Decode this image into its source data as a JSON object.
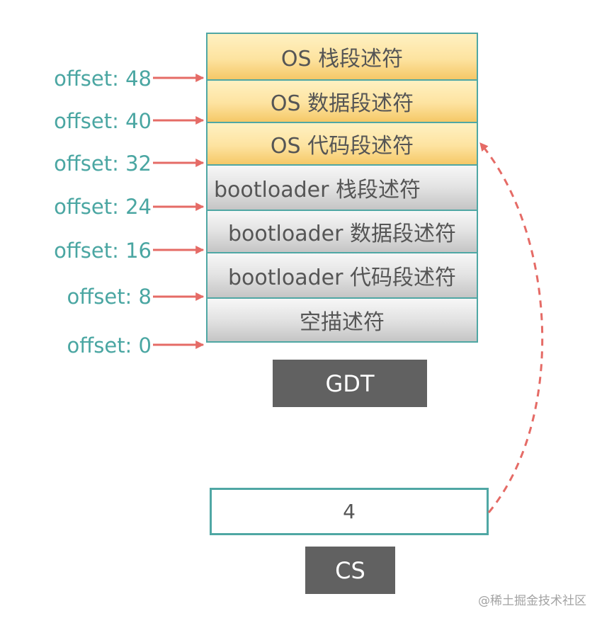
{
  "gdt": {
    "rows": [
      {
        "label": "OS 栈段述符"
      },
      {
        "label": "OS 数据段述符"
      },
      {
        "label": "OS 代码段述符"
      },
      {
        "label": "bootloader 栈段述符"
      },
      {
        "label": "bootloader 数据段述符"
      },
      {
        "label": "bootloader 代码段述符"
      },
      {
        "label": "空描述符"
      }
    ],
    "caption": "GDT"
  },
  "offsets": [
    "offset: 48",
    "offset: 40",
    "offset: 32",
    "offset: 24",
    "offset: 16",
    "offset: 8",
    "offset: 0"
  ],
  "cs": {
    "value": "4",
    "caption": "CS"
  },
  "watermark": "@稀土掘金技术社区",
  "colors": {
    "teal": "#4aa6a2",
    "arrow": "#e56b66",
    "os_row": "#fde3a0",
    "gray_row": "#dcdcdc",
    "label_bg": "#616161"
  }
}
